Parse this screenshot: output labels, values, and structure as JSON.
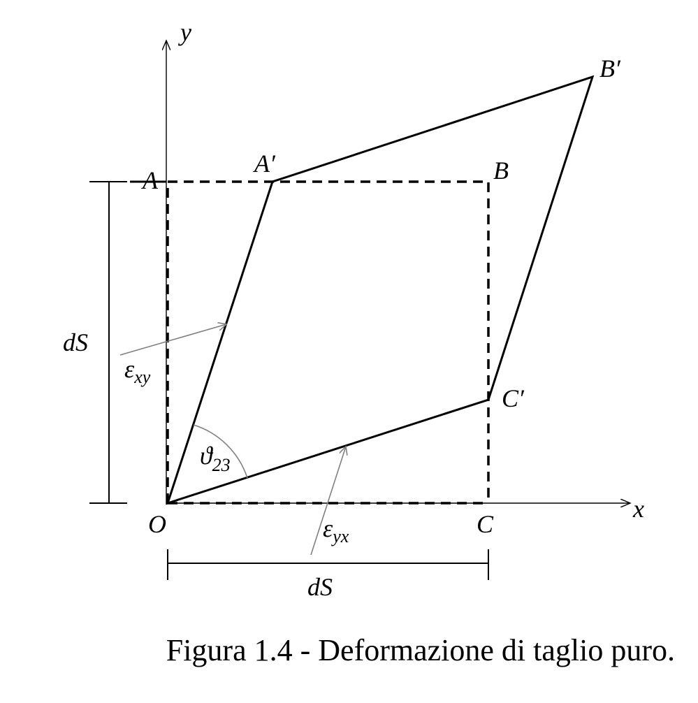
{
  "labels": {
    "axis_y": "y",
    "axis_x": "x",
    "origin": "O",
    "point_a": "A",
    "point_a_prime": "A′",
    "point_b": "B",
    "point_b_prime": "B′",
    "point_c": "C",
    "point_c_prime": "C′",
    "dim_vertical": "dS",
    "dim_horizontal": "dS",
    "strain_xy_symbol": "ε",
    "strain_xy_sub": "xy",
    "strain_yx_symbol": "ε",
    "strain_yx_sub": "yx",
    "angle_symbol": "ϑ",
    "angle_sub": "23"
  },
  "caption": "Figura 1.4 - Deformazione di taglio puro.",
  "colors": {
    "stroke": "#000000",
    "annotation": "#808080"
  }
}
